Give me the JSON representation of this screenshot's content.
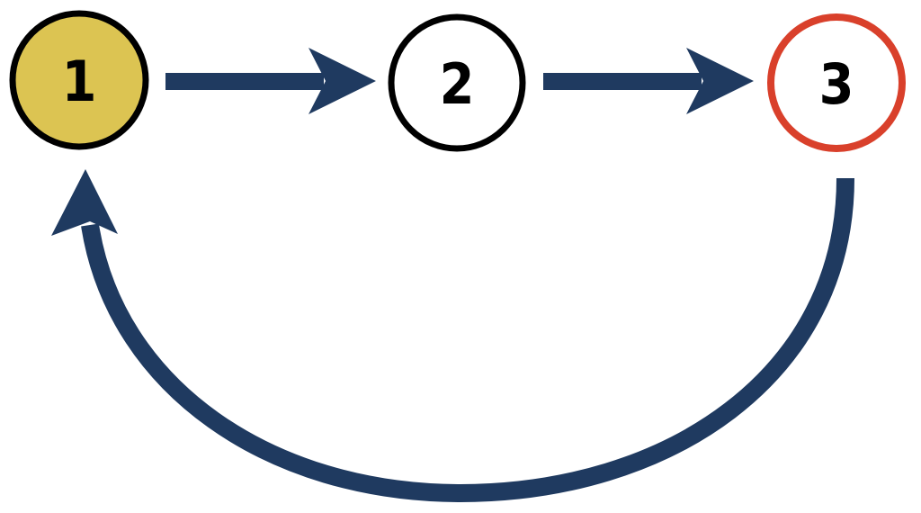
{
  "nodes": [
    {
      "label": "1",
      "fill": "#dcc452",
      "stroke": "#000000"
    },
    {
      "label": "2",
      "fill": "#ffffff",
      "stroke": "#000000"
    },
    {
      "label": "3",
      "fill": "#ffffff",
      "stroke": "#d9402b"
    }
  ],
  "edges": [
    {
      "from": "1",
      "to": "2"
    },
    {
      "from": "2",
      "to": "3"
    },
    {
      "from": "3",
      "to": "1"
    }
  ],
  "colors": {
    "arrow": "#1f3a60"
  }
}
